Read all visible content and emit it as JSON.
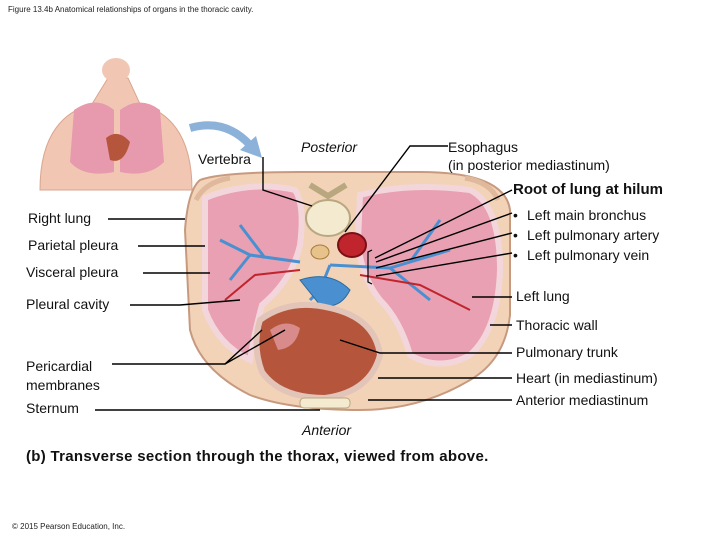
{
  "figure_caption": "Figure 13.4b Anatomical relationships of organs in the thoracic cavity.",
  "labels": {
    "vertebra": "Vertebra",
    "posterior": "Posterior",
    "esophagus_line1": "Esophagus",
    "esophagus_line2": "(in posterior mediastinum)",
    "root_of_lung": "Root of lung at hilum",
    "root_items": [
      "Left main bronchus",
      "Left pulmonary artery",
      "Left pulmonary vein"
    ],
    "right_lung": "Right lung",
    "parietal_pleura": "Parietal pleura",
    "visceral_pleura": "Visceral pleura",
    "pleural_cavity": "Pleural cavity",
    "left_lung": "Left lung",
    "thoracic_wall": "Thoracic wall",
    "pulmonary_trunk": "Pulmonary trunk",
    "pericardial_line1": "Pericardial",
    "pericardial_line2": "membranes",
    "heart": "Heart (in mediastinum)",
    "anterior_mediastinum": "Anterior mediastinum",
    "sternum": "Sternum",
    "anterior": "Anterior"
  },
  "subtitle": "(b) Transverse section through the thorax, viewed from above.",
  "copyright": "© 2015 Pearson Education, Inc.",
  "colors": {
    "lung": "#e8a0b2",
    "lung_dark": "#c9647f",
    "pleura": "#f3d6dc",
    "bronchus": "#4a90d0",
    "vessel_red": "#c0242c",
    "heart": "#b5563c",
    "bone": "#f3ead0",
    "leader": "#000000"
  }
}
